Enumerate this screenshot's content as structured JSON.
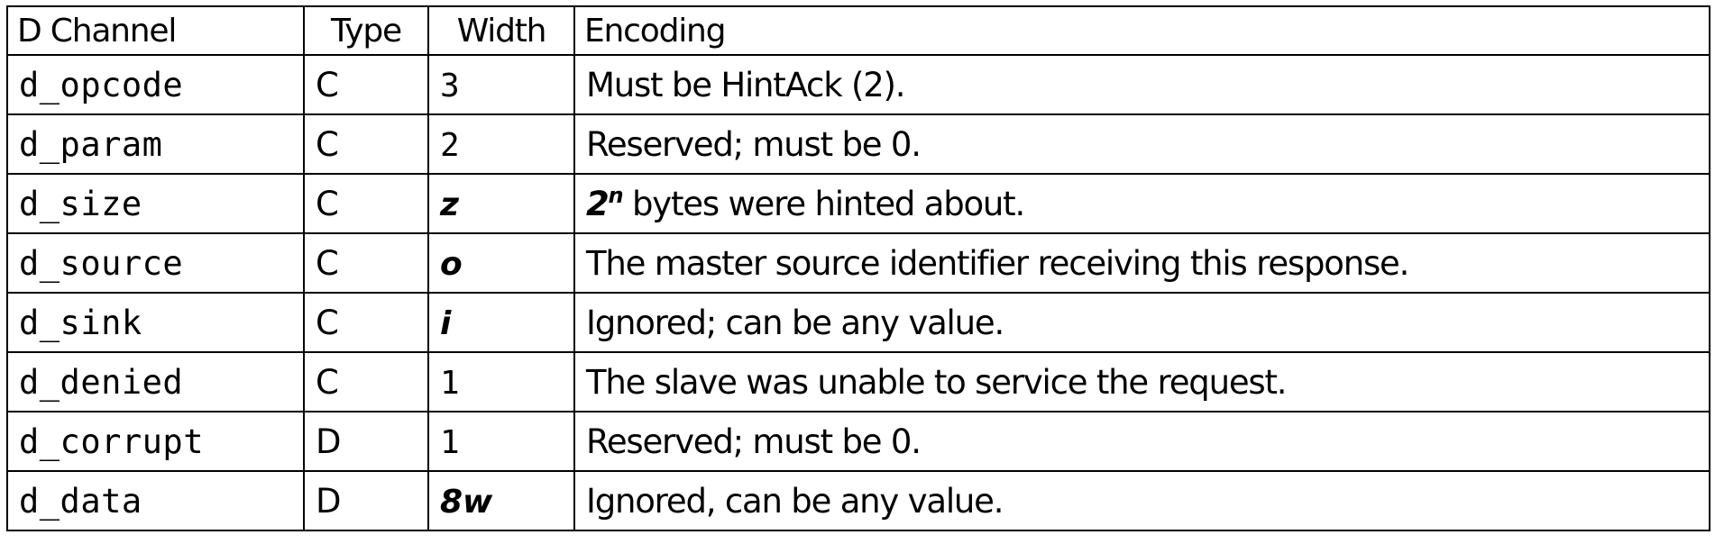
{
  "table": {
    "headers": {
      "channel": "D Channel",
      "type": "Type",
      "width": "Width",
      "encoding": "Encoding"
    },
    "rows": [
      {
        "field": "d_opcode",
        "type": "C",
        "width": "3",
        "width_style": "num",
        "encoding": "Must be HintAck (2)."
      },
      {
        "field": "d_param",
        "type": "C",
        "width": "2",
        "width_style": "num",
        "encoding": "Reserved; must be 0."
      },
      {
        "field": "d_size",
        "type": "C",
        "width": "z",
        "width_style": "var",
        "encoding_base": "2",
        "encoding_exp": "n",
        "encoding": " bytes were hinted about."
      },
      {
        "field": "d_source",
        "type": "C",
        "width": "o",
        "width_style": "var",
        "encoding": "The master source identifier receiving this response."
      },
      {
        "field": "d_sink",
        "type": "C",
        "width": "i",
        "width_style": "var",
        "encoding": "Ignored; can be any value."
      },
      {
        "field": "d_denied",
        "type": "C",
        "width": "1",
        "width_style": "num",
        "encoding": "The slave was unable to service the request."
      },
      {
        "field": "d_corrupt",
        "type": "D",
        "width": "1",
        "width_style": "num",
        "encoding": "Reserved; must be 0."
      },
      {
        "field": "d_data",
        "type": "D",
        "width": "8w",
        "width_style": "var",
        "encoding": "Ignored, can be any value."
      }
    ]
  }
}
